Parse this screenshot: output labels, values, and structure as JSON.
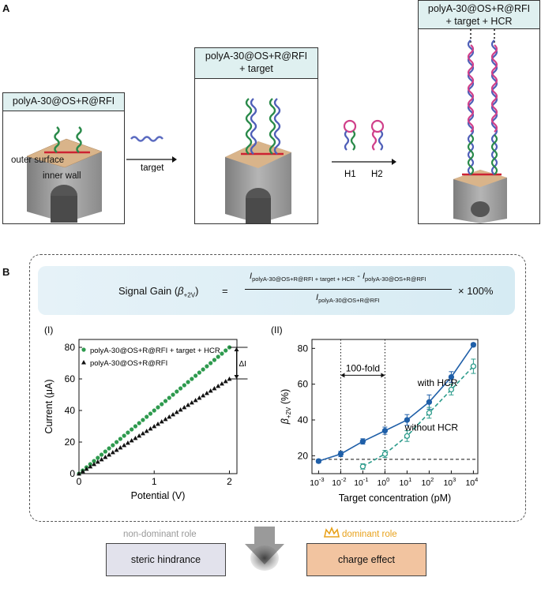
{
  "panel_a": {
    "letter": "A",
    "box1_title": "polyA-30@OS+R@RFI",
    "label_outer": "outer surface",
    "label_inner": "inner wall",
    "arrow1_label": "target",
    "box2_title_line1": "polyA-30@OS+R@RFI",
    "box2_title_line2": "+ target",
    "h1_label": "H1",
    "h2_label": "H2",
    "box3_title_line1": "polyA-30@OS+R@RFI",
    "box3_title_line2": "+ target + HCR"
  },
  "panel_b": {
    "letter": "B",
    "formula": {
      "lhs": "Signal Gain (",
      "beta": "β",
      "beta_sub": "+2V",
      "lhs_close": ")",
      "eq": "=",
      "num_i1": "I",
      "num_sub1": "polyA-30@OS+R@RFI + target + HCR",
      "minus": "-",
      "num_i2": "I",
      "num_sub2": "polyA-30@OS+R@RFI",
      "den_i": "I",
      "den_sub": "polyA-30@OS+R@RFI",
      "times": "× 100%"
    },
    "roles": {
      "non_dominant": "non-dominant role",
      "dominant": "dominant role",
      "steric": "steric hindrance",
      "charge": "charge effect"
    }
  },
  "chart_data": [
    {
      "type": "scatter",
      "panel_label": "(I)",
      "xlabel": "Potential (V)",
      "ylabel": "Current (μA)",
      "xlim": [
        0,
        2.1
      ],
      "ylim": [
        0,
        85
      ],
      "xticks": [
        "0",
        "1",
        "2"
      ],
      "yticks": [
        "0",
        "20",
        "40",
        "60",
        "80"
      ],
      "annotation": "ΔI",
      "legend_position": "top-left",
      "series": [
        {
          "name": "polyA-30@OS+R@RFI + target + HCR",
          "marker": "circle",
          "color": "#2e9a4e",
          "x_start": 0,
          "x_end": 2,
          "y_start": 0,
          "y_end": 80,
          "points": 41
        },
        {
          "name": "polyA-30@OS+R@RFI",
          "marker": "triangle",
          "color": "#111111",
          "x_start": 0,
          "x_end": 2,
          "y_start": 0,
          "y_end": 60,
          "points": 41
        }
      ]
    },
    {
      "type": "scatter",
      "panel_label": "(II)",
      "xlabel": "Target concentration (pM)",
      "ylabel_symbol": "β",
      "ylabel_sub": "+2V",
      "ylabel_unit": " (%)",
      "x_scale": "log",
      "xticks": [
        "10-3",
        "10-2",
        "10-1",
        "100",
        "101",
        "102",
        "103",
        "104"
      ],
      "x_exponents": [
        -3,
        -2,
        -1,
        0,
        1,
        2,
        3,
        4
      ],
      "yticks": [
        "20",
        "40",
        "60",
        "80"
      ],
      "ylim": [
        10,
        85
      ],
      "baseline": 18,
      "annotation_fold": "100-fold",
      "series": [
        {
          "name": "with HCR",
          "color": "#1f5fa8",
          "filled": true,
          "x": [
            0.001,
            0.01,
            0.1,
            1,
            10,
            100,
            1000,
            10000
          ],
          "y": [
            17,
            21,
            28,
            34,
            40,
            50,
            64,
            82
          ],
          "err": [
            1,
            1.5,
            1.5,
            2,
            3,
            4,
            3,
            1
          ]
        },
        {
          "name": "without HCR",
          "color": "#2a9a8a",
          "filled": false,
          "x": [
            0.1,
            1,
            10,
            100,
            1000,
            10000
          ],
          "y": [
            14,
            21,
            31,
            44,
            57,
            70
          ],
          "err": [
            1.5,
            2,
            3,
            3,
            3,
            4
          ]
        }
      ]
    }
  ]
}
